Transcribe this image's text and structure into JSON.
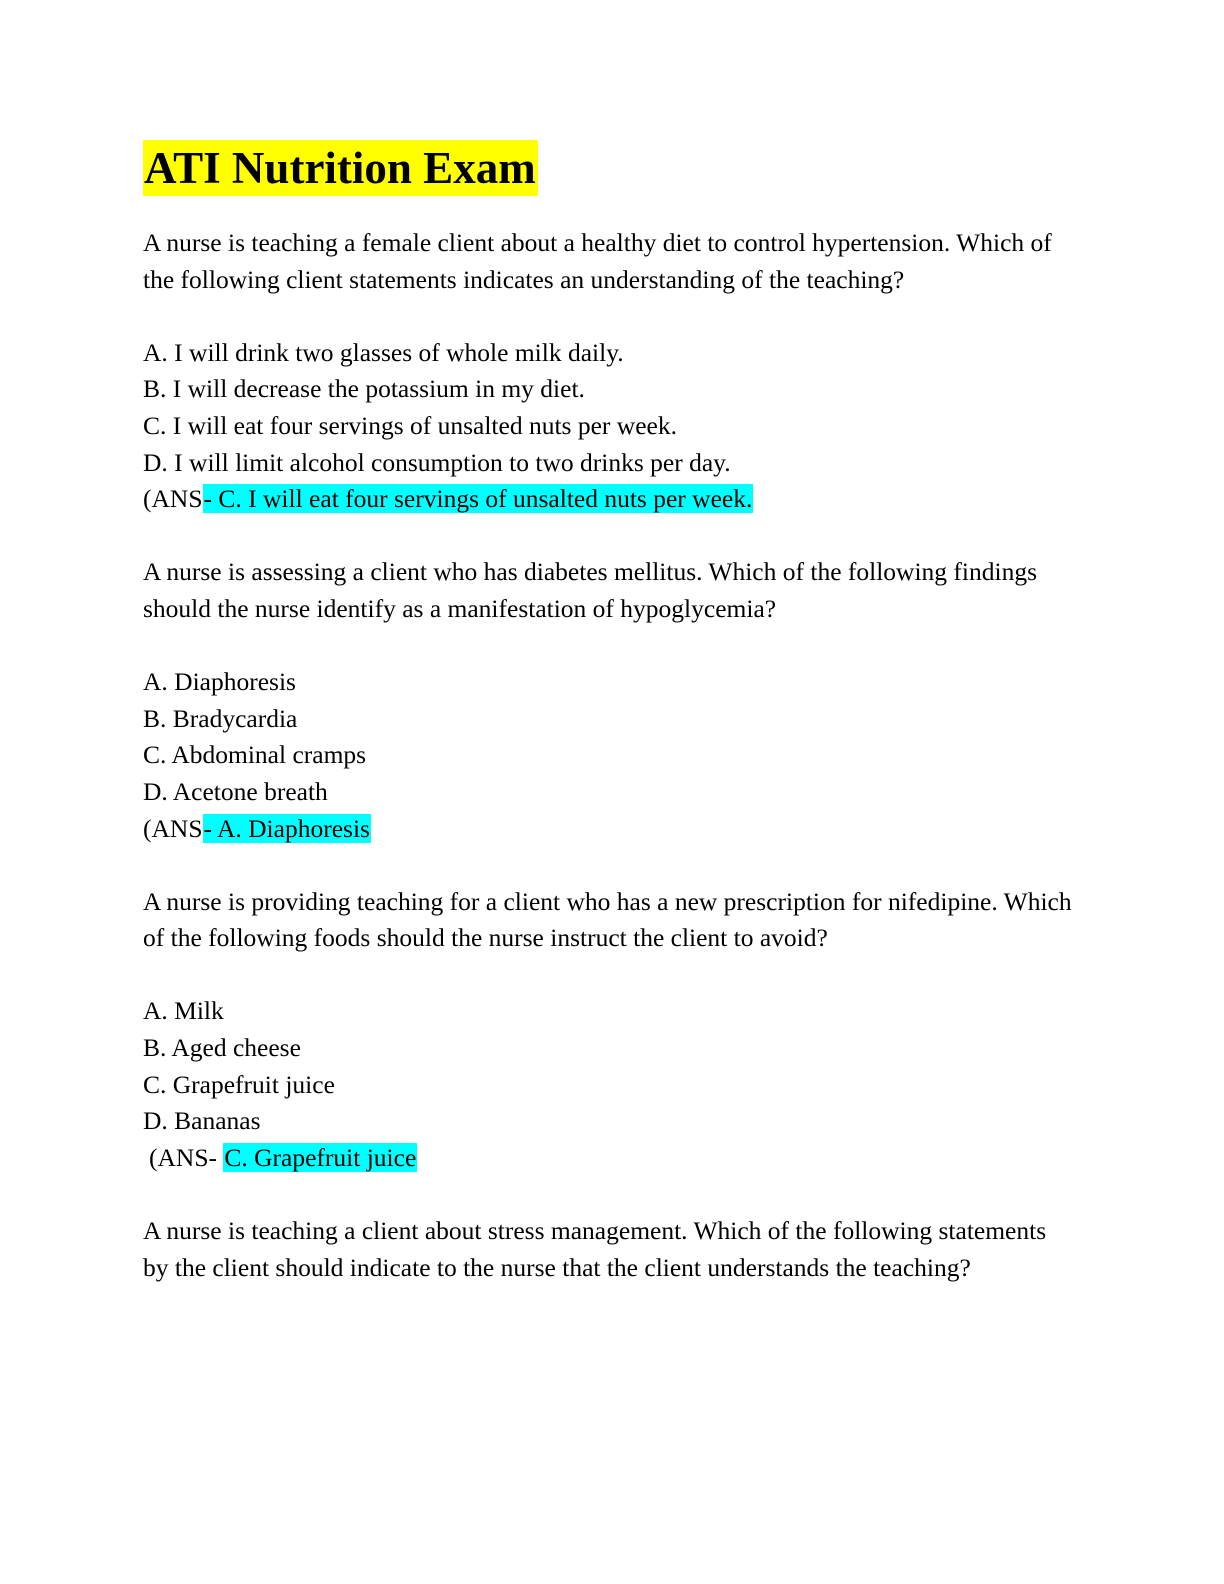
{
  "colors": {
    "title_highlight": "#ffff00",
    "answer_highlight": "#00ffff",
    "text": "#000000",
    "background": "#ffffff"
  },
  "document": {
    "title": "ATI Nutrition Exam",
    "questions": [
      {
        "stem": "A nurse is teaching a female client about a healthy diet to control hypertension. Which of the following client statements indicates an understanding of the teaching?",
        "options": [
          "A. I will drink two glasses of whole milk daily.",
          "B. I will decrease the potassium in my diet.",
          "C. I will eat four servings of unsalted nuts per week.",
          "D. I will limit alcohol consumption to two drinks per day."
        ],
        "answer_prefix": "(ANS",
        "answer_text": "- C. I will eat four servings of unsalted nuts per week."
      },
      {
        "stem": "A nurse is assessing a client who has diabetes mellitus. Which of the following findings should the nurse identify as a manifestation of hypoglycemia?",
        "options": [
          "A. Diaphoresis",
          "B. Bradycardia",
          "C. Abdominal cramps",
          "D. Acetone breath"
        ],
        "answer_prefix": "(ANS",
        "answer_text": "- A. Diaphoresis"
      },
      {
        "stem": "A nurse is providing teaching for a client who has a new prescription for nifedipine. Which of the following foods should the nurse instruct the client to avoid?",
        "options": [
          "A. Milk",
          "B. Aged cheese",
          "C. Grapefruit juice",
          "D. Bananas"
        ],
        "answer_prefix": "(ANS- ",
        "answer_text": "C. Grapefruit juice"
      },
      {
        "stem": "A nurse is teaching a client about stress management. Which of the following statements by the client should indicate to the nurse that the client understands the teaching?"
      }
    ]
  }
}
